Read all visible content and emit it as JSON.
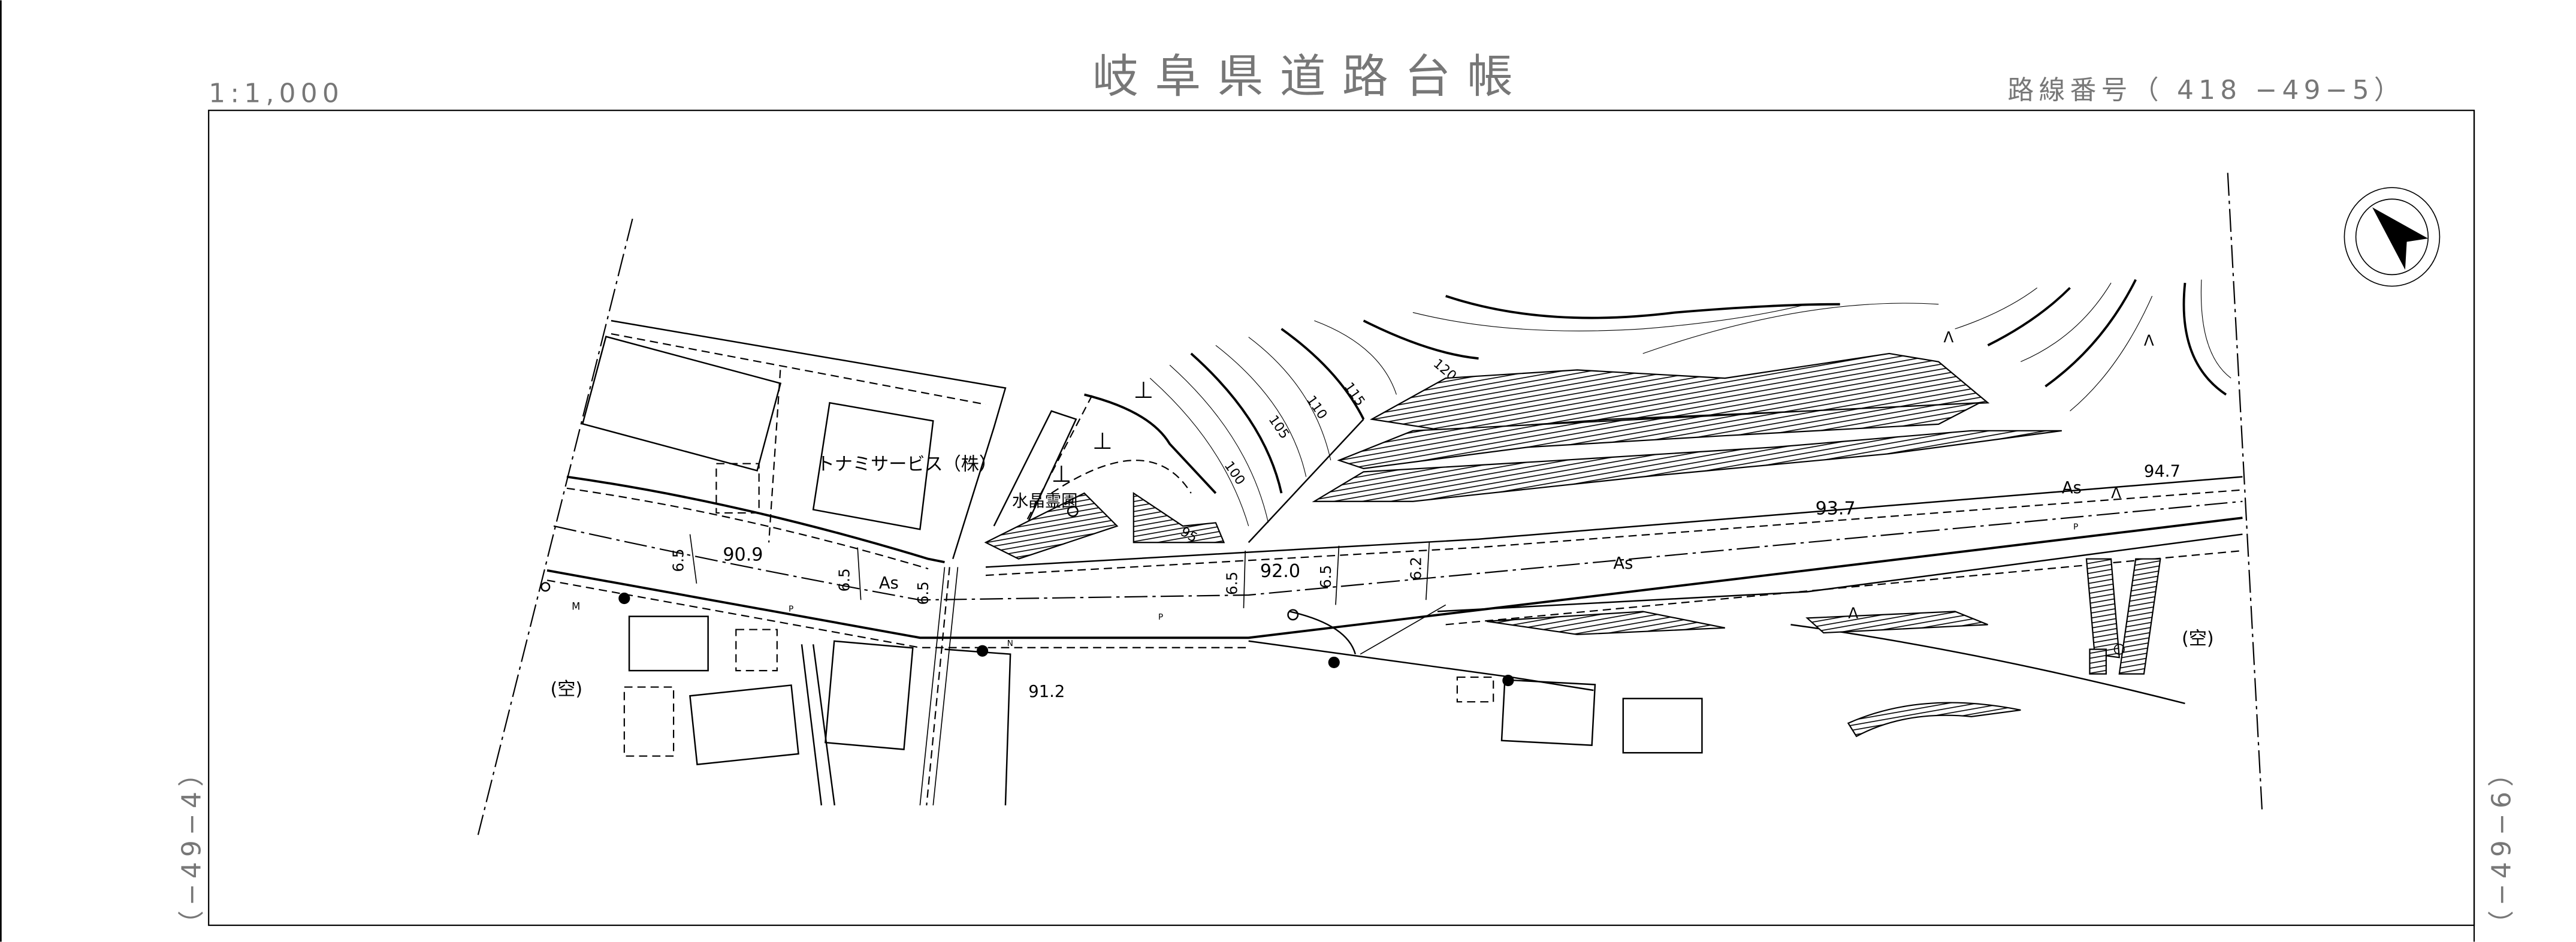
{
  "header": {
    "scale": "1:1,000",
    "title": "岐阜県道路台帳",
    "route_number": "路線番号（ 418 −49−5）"
  },
  "sheet_refs": {
    "left": "（−49−4）",
    "right": "（−49−6）"
  },
  "map": {
    "labels": {
      "company": "トナミサービス（株）",
      "cemetery": "水晶霊園",
      "vacant_left": "(空)",
      "vacant_right": "(空)",
      "surface": "As"
    },
    "elevations": [
      "90.9",
      "92.0",
      "93.7",
      "94.7",
      "91.2"
    ],
    "road_widths": [
      "6.5",
      "6.5",
      "6.5",
      "6.5",
      "6.5",
      "6.2"
    ],
    "contours": [
      "95",
      "100",
      "105",
      "110",
      "115",
      "120"
    ],
    "marks": {
      "pole": "P",
      "north_marker": "N",
      "manhole": "M"
    }
  }
}
